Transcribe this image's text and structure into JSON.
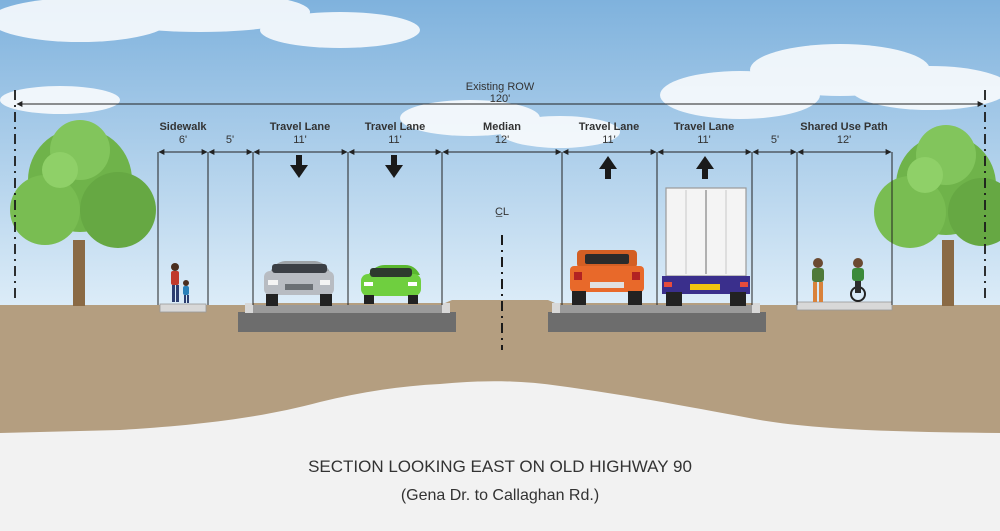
{
  "row": {
    "label": "Existing ROW",
    "width": "120'"
  },
  "segments": [
    {
      "id": "sidewalk",
      "label": "Sidewalk",
      "width": "6'"
    },
    {
      "id": "buffer-left",
      "label": "",
      "width": "5'"
    },
    {
      "id": "travel-lane-1",
      "label": "Travel Lane",
      "width": "11'",
      "direction": "down"
    },
    {
      "id": "travel-lane-2",
      "label": "Travel Lane",
      "width": "11'",
      "direction": "down"
    },
    {
      "id": "median",
      "label": "Median",
      "width": "12'"
    },
    {
      "id": "travel-lane-3",
      "label": "Travel Lane",
      "width": "11'",
      "direction": "up"
    },
    {
      "id": "travel-lane-4",
      "label": "Travel Lane",
      "width": "11'",
      "direction": "up"
    },
    {
      "id": "buffer-right",
      "label": "",
      "width": "5'"
    },
    {
      "id": "shared-use-path",
      "label": "Shared Use Path",
      "width": "12'"
    }
  ],
  "centerline_symbol": "C̲L",
  "caption": {
    "title": "SECTION LOOKING EAST ON OLD HIGHWAY 90",
    "subtitle": "(Gena Dr. to Callaghan Rd.)"
  },
  "colors": {
    "sky_top": "#7fb2dd",
    "sky_bottom": "#d9ebf7",
    "ground": "#b49e80",
    "ground_dark": "#8a765c",
    "pavement": "#8f8f8f",
    "curb": "#d8d8d8",
    "tree_canopy": "#6fb34a",
    "tree_trunk": "#8a6a45",
    "car_silver": "#b8bcc2",
    "car_green": "#6fcf3f",
    "pickup_orange": "#e8692a",
    "truck_cab": "#3a2f8c"
  },
  "icons": {
    "arrow_down": "arrow-down-icon",
    "arrow_up": "arrow-up-icon",
    "centerline": "centerline-icon"
  }
}
